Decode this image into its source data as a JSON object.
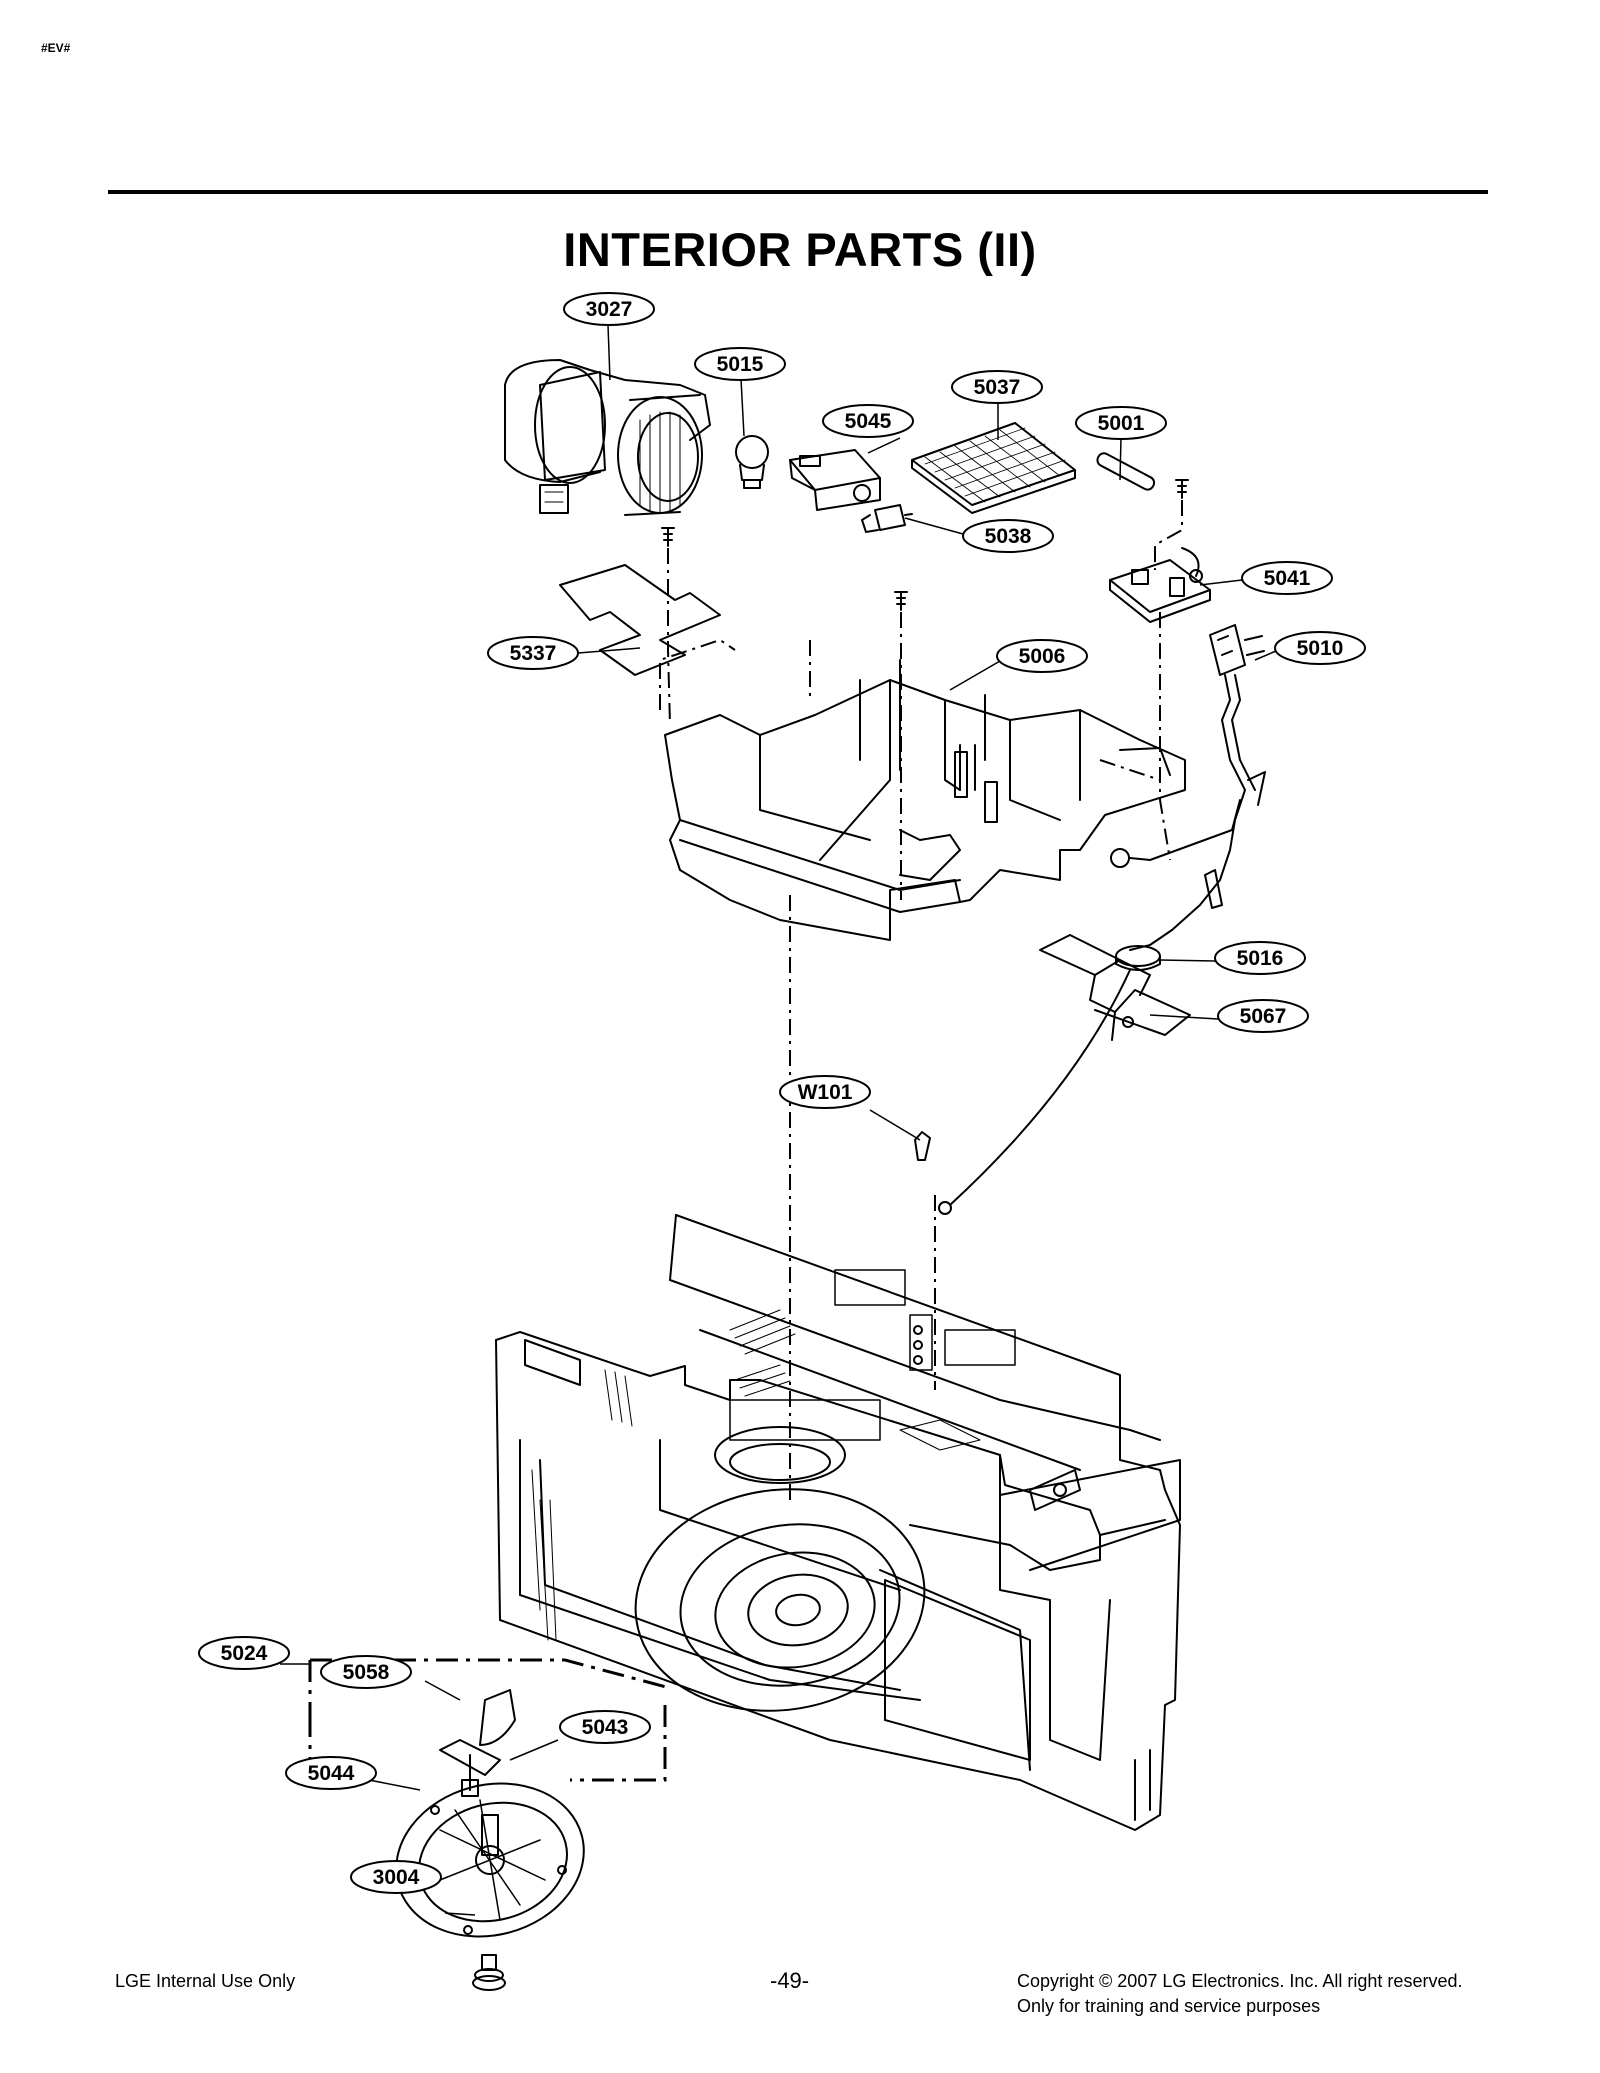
{
  "header": {
    "marker": "#EV#",
    "title": "INTERIOR PARTS (II)"
  },
  "callouts": [
    {
      "id": "c3027",
      "label": "3027"
    },
    {
      "id": "c5015",
      "label": "5015"
    },
    {
      "id": "c5037",
      "label": "5037"
    },
    {
      "id": "c5045",
      "label": "5045"
    },
    {
      "id": "c5001",
      "label": "5001"
    },
    {
      "id": "c5038",
      "label": "5038"
    },
    {
      "id": "c5041",
      "label": "5041"
    },
    {
      "id": "c5337",
      "label": "5337"
    },
    {
      "id": "c5006",
      "label": "5006"
    },
    {
      "id": "c5010",
      "label": "5010"
    },
    {
      "id": "c5016",
      "label": "5016"
    },
    {
      "id": "c5067",
      "label": "5067"
    },
    {
      "id": "cW101",
      "label": "W101"
    },
    {
      "id": "c5024",
      "label": "5024"
    },
    {
      "id": "c5058",
      "label": "5058"
    },
    {
      "id": "c5043",
      "label": "5043"
    },
    {
      "id": "c5044",
      "label": "5044"
    },
    {
      "id": "c3004",
      "label": "3004"
    }
  ],
  "footer": {
    "left": "LGE Internal Use Only",
    "page": "-49-",
    "copyright": "Copyright © 2007 LG Electronics. Inc. All right reserved.",
    "note": "Only for training and service purposes"
  }
}
